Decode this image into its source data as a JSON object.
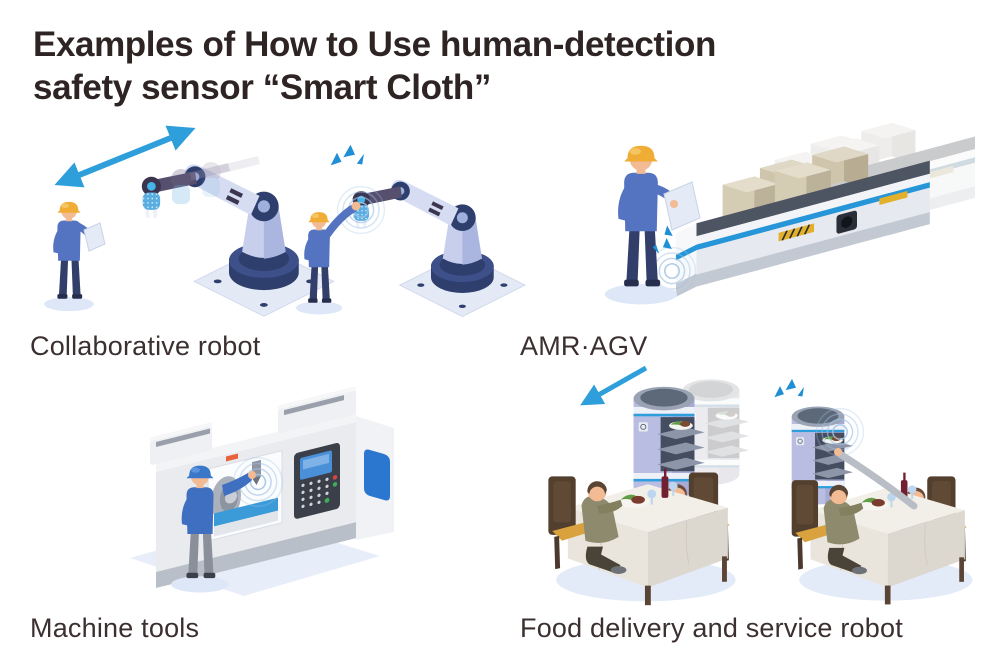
{
  "title": "Examples of How to Use human-detection\nsafety sensor “Smart Cloth”",
  "sections": [
    {
      "id": "collaborative-robot",
      "label": "Collaborative robot",
      "illustration": "Worker watching a robot arm sweep (double arrow, motion ghosts); worker touching the robot arm which stops with an alert flash and sensor ripples"
    },
    {
      "id": "amr-agv",
      "label": "AMR·AGV",
      "illustration": "Worker in hard hat with clipboard beside an automated guided vehicle loaded with cardboard boxes; ghost image shows the AGV stopping with alert flash and sensor ripples"
    },
    {
      "id": "machine-tools",
      "label": "Machine tools",
      "illustration": "Operator in cap reaching into a CNC machine tool with chuck, blue work deck, control panel and blue side window; sensor ripples at the hand"
    },
    {
      "id": "food-delivery",
      "label": "Food delivery and service robot",
      "illustration": "Cylindrical tray robot moving past a dining table (arrow, ghost) and stopping with alert flash while a seated guest takes a plate"
    }
  ],
  "colors": {
    "background": "#ffffff",
    "title_text": "#2e2424",
    "label_text": "#3b2f2f",
    "accent_blue": "#2f9fdc",
    "alert_blue": "#1f8fd6",
    "ripple_blue": "#9fc2e6",
    "robot_navy": "#2e3f6e",
    "robot_periwinkle": "#c7cfec",
    "smart_cloth_cyan": "#5aade0",
    "worker_shirt_blue": "#5474c2",
    "hardhat_yellow": "#f0ad35",
    "cargo_tan": "#cfc5ac",
    "machine_gray": "#e9ebef",
    "window_blue": "#2b77cf",
    "tablecloth": "#e9e4dc",
    "chair_brown": "#533f2d",
    "seat_yellow": "#d9a23e",
    "shadow_blue": "#dde7f7"
  }
}
